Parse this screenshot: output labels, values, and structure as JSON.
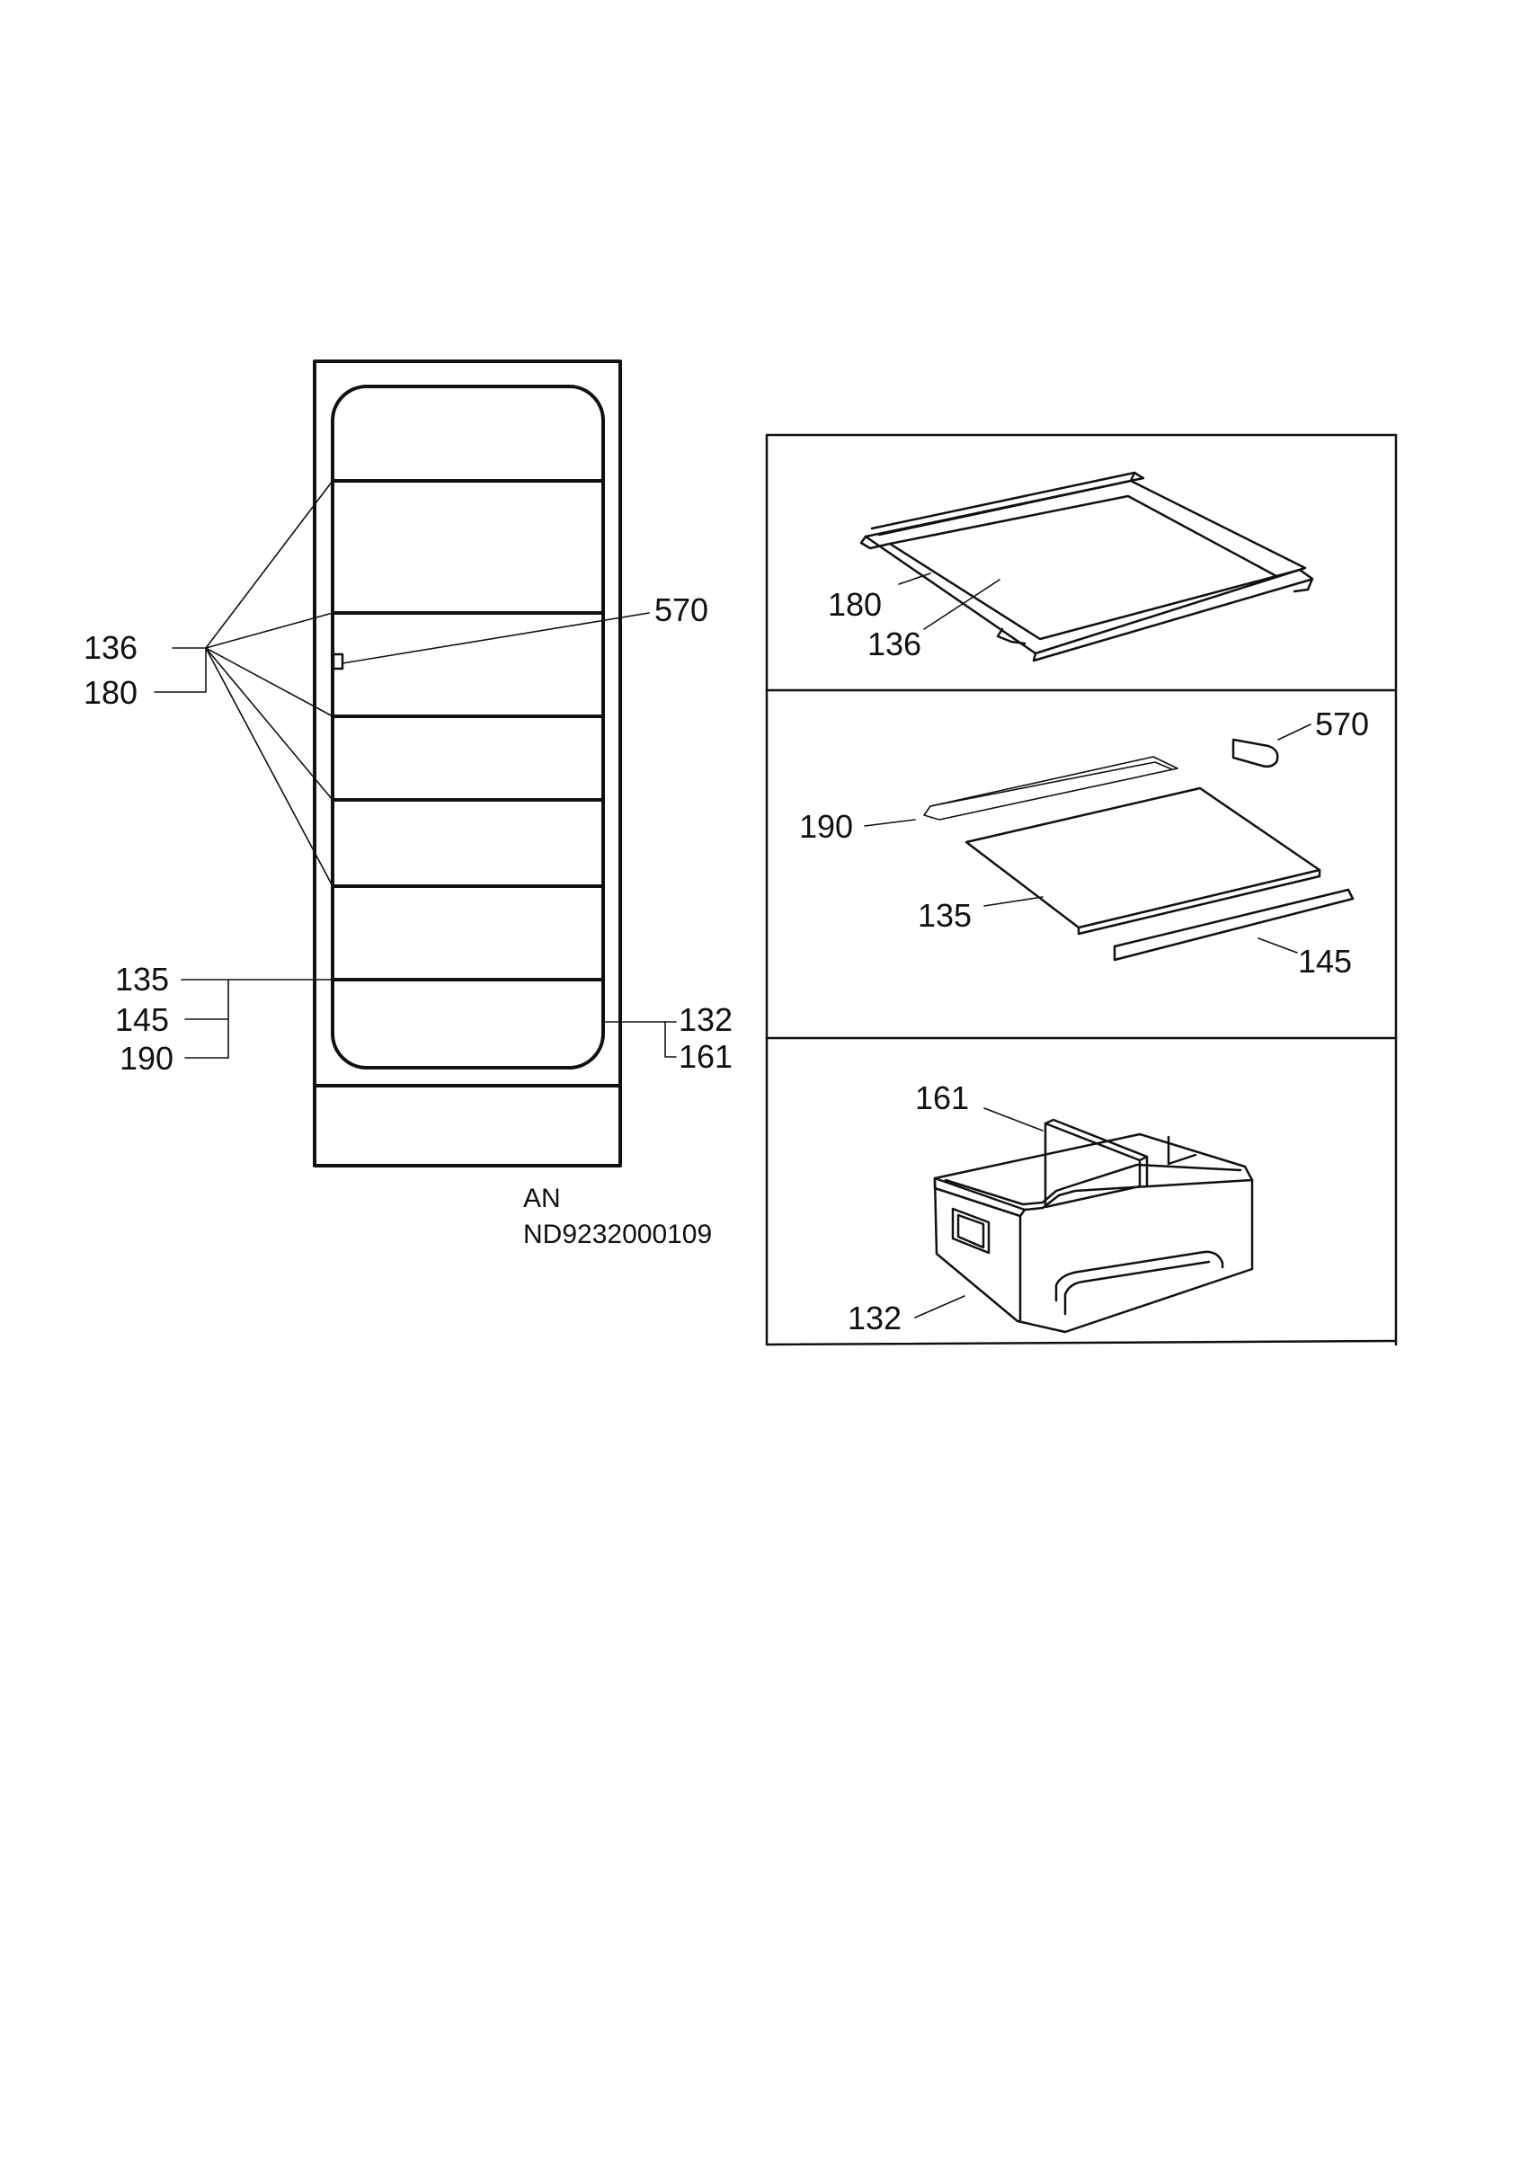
{
  "labels": {
    "overview": {
      "136": "136",
      "180": "180",
      "570": "570",
      "135": "135",
      "145": "145",
      "190": "190",
      "132": "132",
      "161": "161"
    },
    "panel_shelf": {
      "180": "180",
      "136": "136"
    },
    "panel_glass": {
      "570": "570",
      "190": "190",
      "135": "135",
      "145": "145"
    },
    "panel_drawer": {
      "161": "161",
      "132": "132"
    }
  },
  "caption": {
    "line1": "AN",
    "line2": "ND9232000109"
  }
}
